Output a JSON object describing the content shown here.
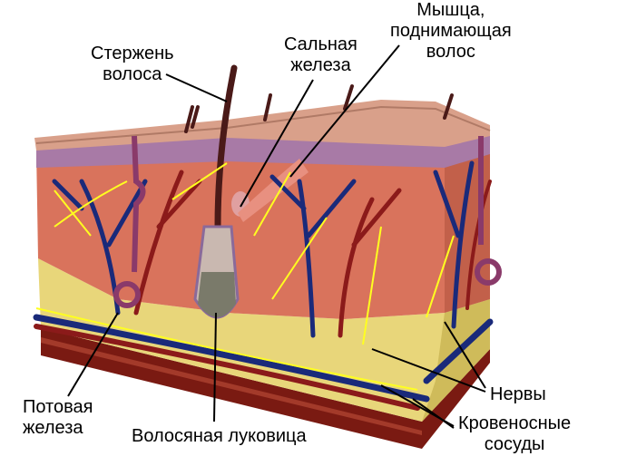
{
  "labels": {
    "hair_shaft": [
      "Стержень",
      "волоса"
    ],
    "sebaceous_gland": [
      "Сальная",
      "железа"
    ],
    "arrector_muscle": [
      "Мышца,",
      "поднимающая",
      "волос"
    ],
    "sweat_gland": [
      "Потовая",
      "железа"
    ],
    "hair_bulb": "Волосяная луковица",
    "nerves": "Нервы",
    "blood_vessels": [
      "Кровеносные",
      "сосуды"
    ]
  },
  "colors": {
    "epidermis": "#d9a08a",
    "dermis": "#d9735c",
    "hypodermis": "#e8d67a",
    "base": "#7a1a12",
    "artery": "#8b1a1a",
    "vein": "#1a2a7a",
    "nerve": "#ffff20",
    "sweat_gland": "#8a3a6a"
  }
}
